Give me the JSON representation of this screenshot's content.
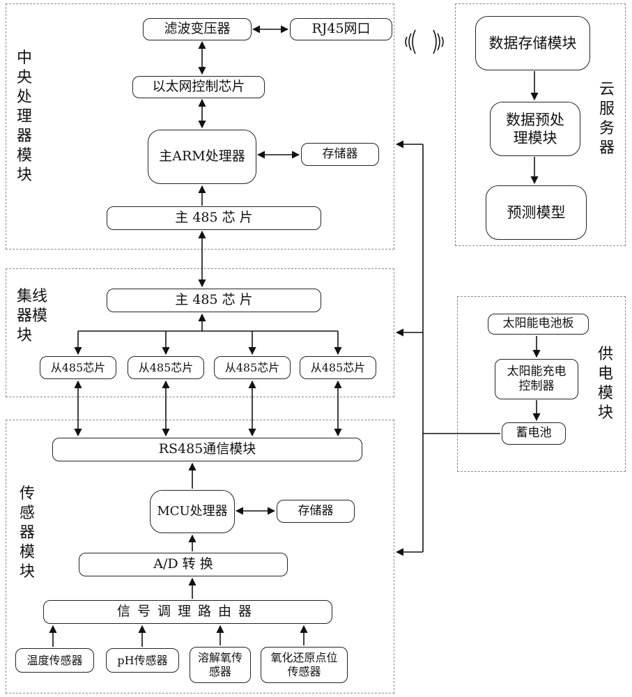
{
  "central": {
    "label": "中央处理器模块",
    "filter_transformer": "滤波变压器",
    "rj45": "RJ45网口",
    "ethernet_chip": "以太网控制芯片",
    "main_arm": "主ARM处理器",
    "storage": "存储器",
    "main_485": "主 485 芯 片"
  },
  "cloud": {
    "label": "云服务器",
    "data_storage": "数据存储模块",
    "preprocess": "数据预处理模块",
    "prediction": "预测模型"
  },
  "hub": {
    "label_line1": "集线",
    "label_line2": "器模",
    "label_line3": "块",
    "main_485": "主 485 芯 片",
    "slaves": [
      "从485芯片",
      "从485芯片",
      "从485芯片",
      "从485芯片"
    ]
  },
  "power": {
    "label": "供电模块",
    "solar_panel": "太阳能电池板",
    "charge_controller": "太阳能充电控制器",
    "battery": "蓄电池"
  },
  "sensor": {
    "label": "传感器模块",
    "rs485": "RS485通信模块",
    "mcu": "MCU处理器",
    "storage": "存储器",
    "adc": "A/D 转 换",
    "signal_router": "信号调理路由器",
    "sensors": [
      "温度传感器",
      "pH传感器",
      "溶解氧传感器",
      "氧化还原点位传感器"
    ]
  },
  "colors": {
    "line": "#111111",
    "dashed_border": "#888888"
  }
}
